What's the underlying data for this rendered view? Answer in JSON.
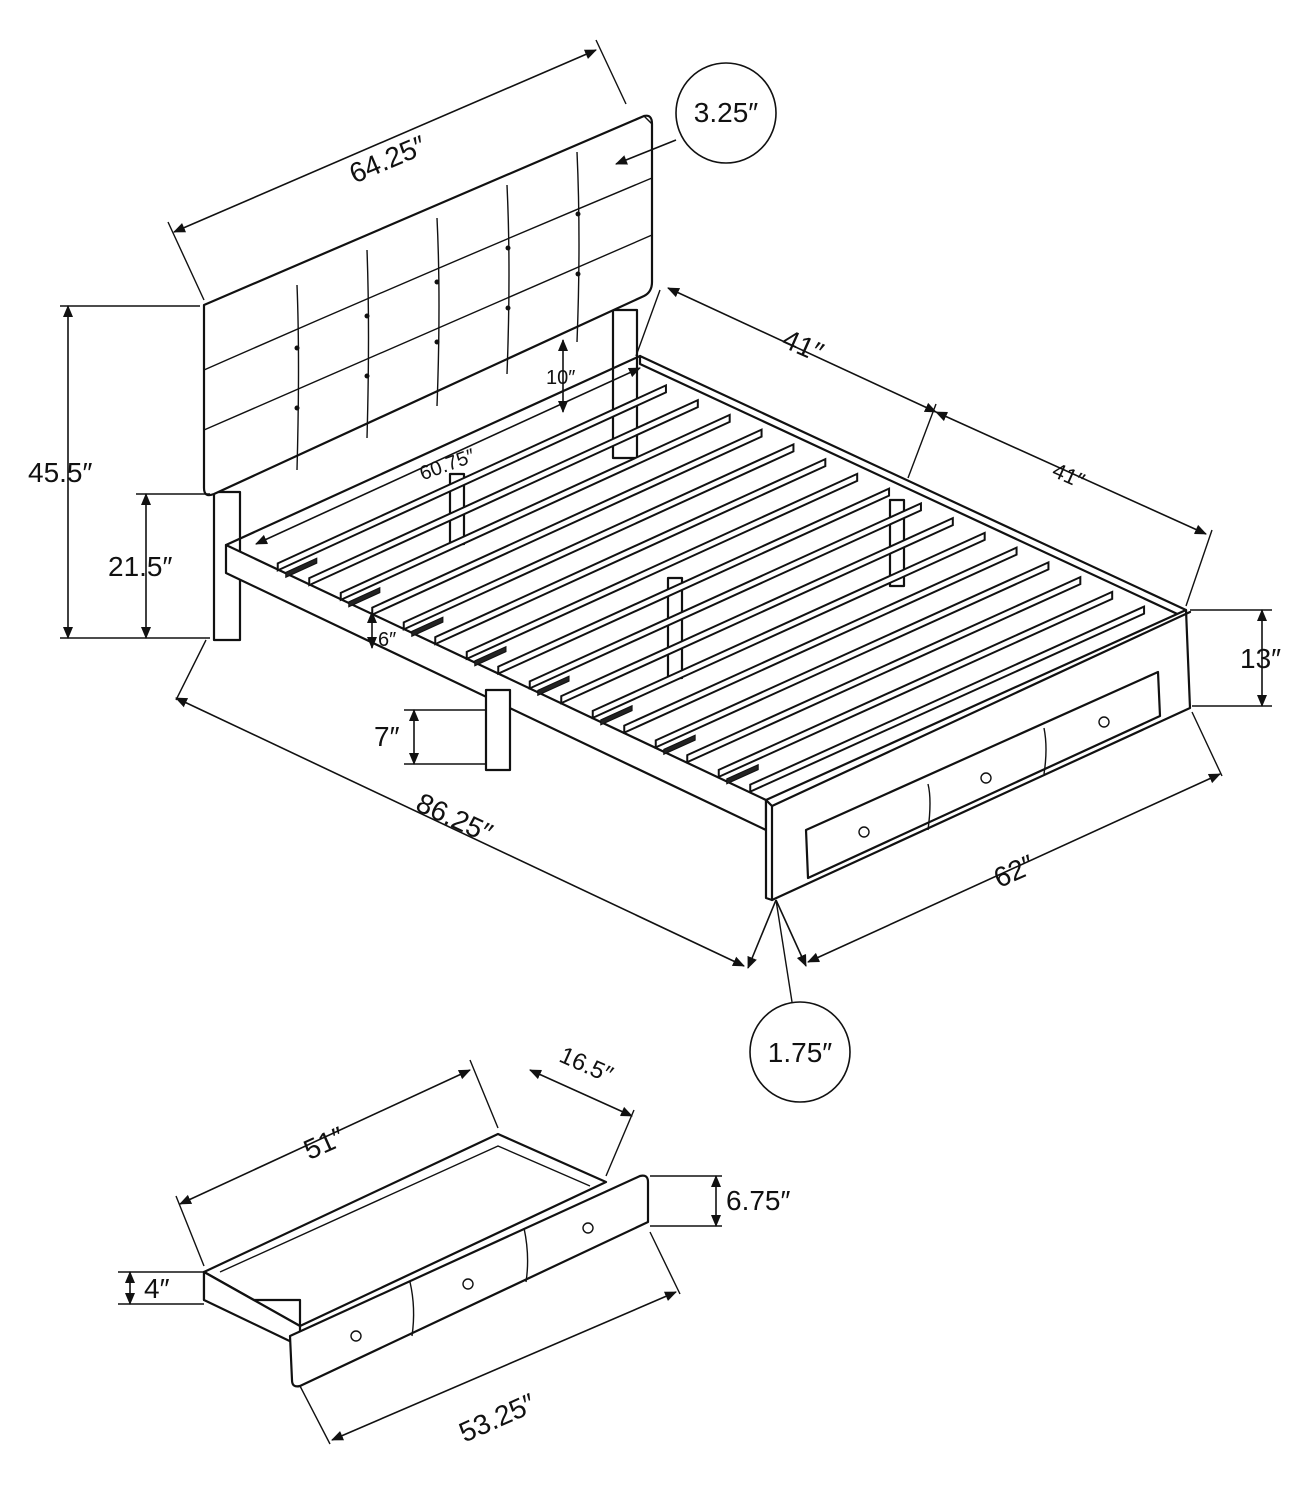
{
  "diagram": {
    "bed": {
      "headboard_width": "64.25″",
      "headboard_thickness": "3.25″",
      "total_height": "45.5″",
      "leg_height_front": "21.5″",
      "headboard_gap": "10″",
      "inner_width": "60.75″",
      "side_length_a": "41″",
      "side_length_b": "41″",
      "rail_height": "6″",
      "leg_height": "7″",
      "footboard_height": "13″",
      "total_length": "86.25″",
      "total_width": "62″",
      "footboard_thickness": "1.75″"
    },
    "drawer": {
      "length": "51″",
      "depth": "16.5″",
      "front_height": "6.75″",
      "box_height": "4″",
      "front_length": "53.25″"
    }
  }
}
